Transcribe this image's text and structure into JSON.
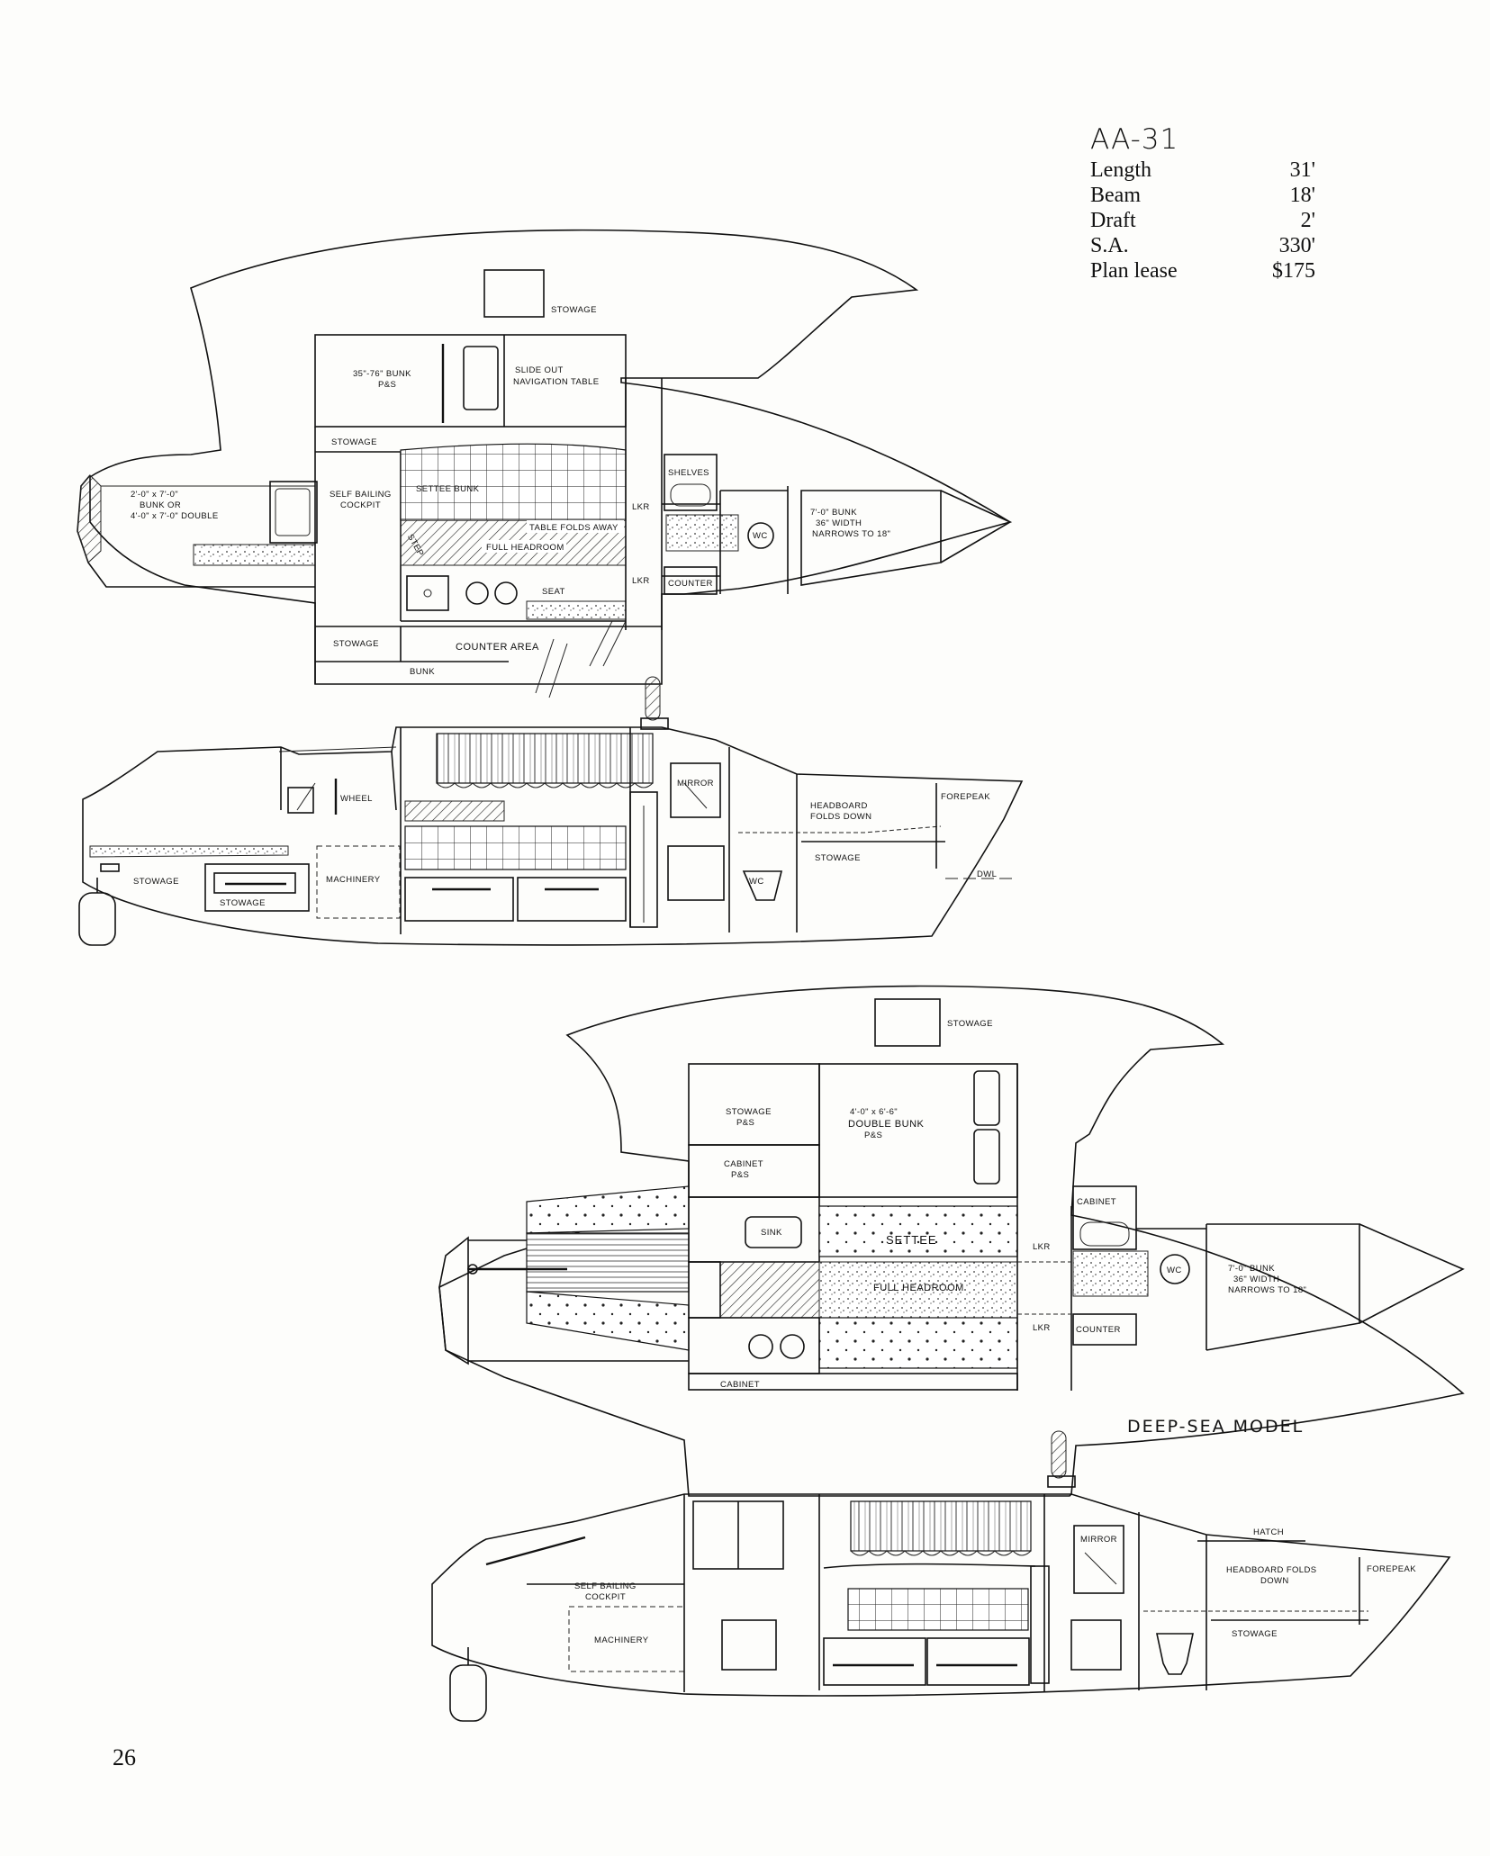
{
  "spec": {
    "model": "AA-31",
    "rows": [
      {
        "label": "Length",
        "value": "31'"
      },
      {
        "label": "Beam",
        "value": "18'"
      },
      {
        "label": "Draft",
        "value": "2'"
      },
      {
        "label": "S.A.",
        "value": "330'"
      },
      {
        "label": "Plan lease",
        "value": "$175"
      }
    ]
  },
  "plan1": {
    "stowage_top": "STOWAGE",
    "bunk_35": "35\"-76\" BUNK",
    "ps": "P&S",
    "slide_out": "SLIDE OUT",
    "nav_table": "NAVIGATION TABLE",
    "stowage_left": "STOWAGE",
    "self_bailing": "SELF BAILING",
    "cockpit": "COCKPIT",
    "settee_bunk": "SETTEE BUNK",
    "table_folds": "TABLE FOLDS AWAY",
    "full_headroom": "FULL HEADROOM",
    "step": "STEP",
    "seat": "SEAT",
    "lkr1": "LKR",
    "lkr2": "LKR",
    "shelves": "SHELVES",
    "counter": "COUNTER",
    "wc": "WC",
    "bunk7_1": "7'-0\" BUNK",
    "bunk7_2": "36\" WIDTH",
    "bunk7_3": "NARROWS TO 18\"",
    "aft_bunk_1": "2'-0\" x 7'-0\"",
    "aft_bunk_2": "BUNK  OR",
    "aft_bunk_3": "4'-0\" x 7'-0\"  DOUBLE",
    "stowage_bottom": "STOWAGE",
    "counter_area": "COUNTER   AREA",
    "bunk_bottom": "BUNK"
  },
  "profile1": {
    "wheel": "WHEEL",
    "mirror": "MIRROR",
    "headboard_1": "HEADBOARD",
    "headboard_2": "FOLDS  DOWN",
    "forepeak": "FOREPEAK",
    "stowage_fwd": "STOWAGE",
    "stowage_aft": "STOWAGE",
    "stowage_aft2": "STOWAGE",
    "machinery": "MACHINERY",
    "wc": "WC",
    "dwl": "DWL"
  },
  "plan2": {
    "stowage_top": "STOWAGE",
    "stowage_ps_1": "STOWAGE",
    "stowage_ps_2": "P&S",
    "double_1": "4'-0\" x 6'-6\"",
    "double_2": "DOUBLE  BUNK",
    "double_3": "P&S",
    "cabinet_ps_1": "CABINET",
    "cabinet_ps_2": "P&S",
    "sink": "SINK",
    "settee": "SETTEE",
    "full_headroom": "FULL HEADROOM",
    "cabinet_bottom": "CABINET",
    "lkr1": "LKR",
    "lkr2": "LKR",
    "cabinet_fwd": "CABINET",
    "counter": "COUNTER",
    "wc": "WC",
    "bunk7_1": "7'-0\" BUNK",
    "bunk7_2": "36\" WIDTH",
    "bunk7_3": "NARROWS TO 18\""
  },
  "deep_sea_label": "DEEP-SEA MODEL",
  "profile2": {
    "hatch": "HATCH",
    "mirror": "MIRROR",
    "headboard_1": "HEADBOARD  FOLDS",
    "headboard_2": "DOWN",
    "forepeak": "FOREPEAK",
    "stowage": "STOWAGE",
    "self_bailing_1": "SELF BAILING",
    "self_bailing_2": "COCKPIT",
    "machinery": "MACHINERY"
  },
  "page_number": "26"
}
